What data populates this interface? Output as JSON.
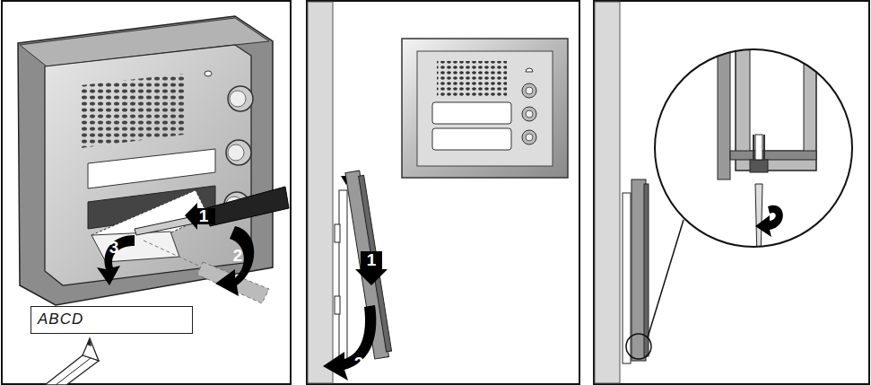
{
  "diagram": {
    "nodes": [
      {
        "text": [
          "ABCD"
        ]
      }
    ],
    "labels": [
      "1",
      "2",
      "3",
      "1",
      "2"
    ]
  }
}
